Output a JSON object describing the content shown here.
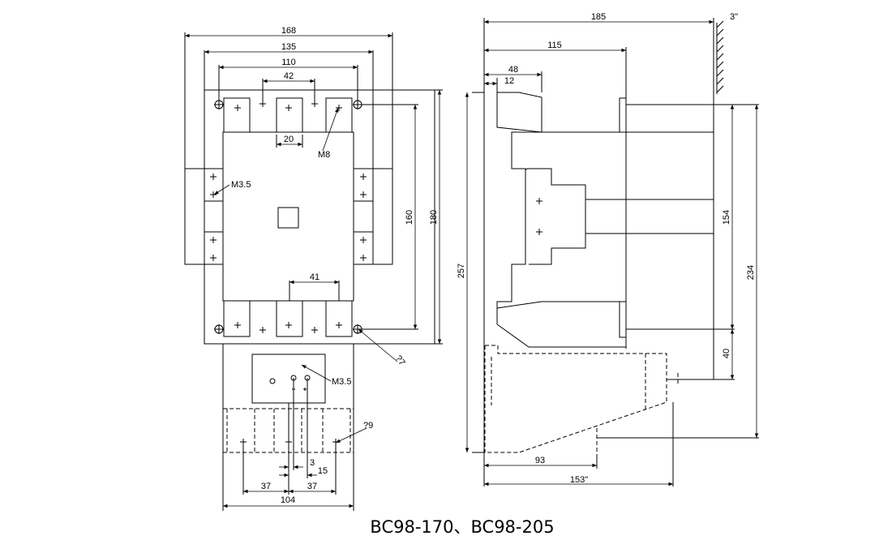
{
  "caption": "BC98-170、BC98-205",
  "front_view": {
    "dims": {
      "w168": "168",
      "w135": "135",
      "w110": "110",
      "w42": "42",
      "w20": "20",
      "w41": "41",
      "h160": "160",
      "h180": "180",
      "w37a": "37",
      "w37b": "37",
      "w104": "104",
      "w3": "3",
      "w15": "15"
    },
    "labels": {
      "m8": "M8",
      "m35_left": "M3.5",
      "m35_aux": "M3.5",
      "q7": "?7",
      "q9": "?9"
    }
  },
  "side_view": {
    "dims": {
      "w185": "185",
      "w115": "115",
      "w48": "48",
      "w12": "12",
      "h257": "257",
      "h154": "154",
      "h234": "234",
      "h40": "40",
      "w93": "93",
      "w153": "153\"",
      "angle": "3\""
    }
  }
}
